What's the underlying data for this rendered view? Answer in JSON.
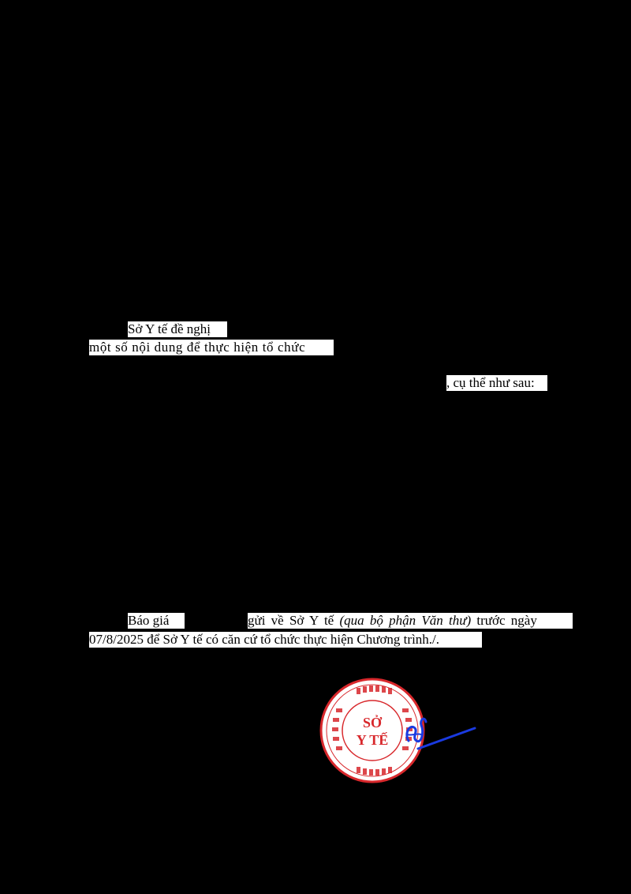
{
  "document": {
    "line1": "Sở Y tế đề nghị",
    "line2": "một số nội dung để thực hiện tổ chức",
    "line3": ", cụ thể như sau:",
    "closing": {
      "part1": "Báo giá",
      "part2": "gửi về Sở Y tế",
      "italic": "(qua bộ phận Văn thư)",
      "part3": "trước ngày",
      "line2": "07/8/2025 để Sở Y tế có căn cứ tổ chức thực hiện Chương trình./."
    }
  },
  "seal": {
    "center_top": "SỞ",
    "center_bottom": "Y TẾ",
    "color": "#d8282c"
  },
  "signature": {
    "color": "#1a3ae0"
  }
}
